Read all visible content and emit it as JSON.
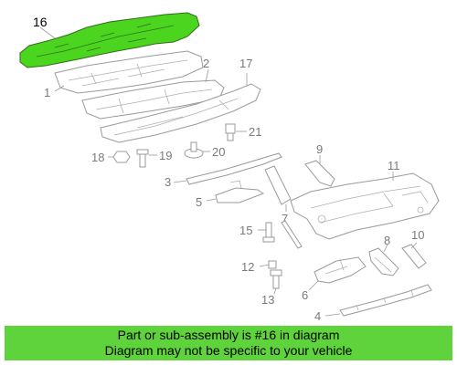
{
  "highlight_color": "#4cd51f",
  "banner_bg": "#5fd33b",
  "highlighted_part": "16",
  "callouts": {
    "c1": "1",
    "c2": "2",
    "c3": "3",
    "c4": "4",
    "c5": "5",
    "c6": "6",
    "c7": "7",
    "c8": "8",
    "c9": "9",
    "c10": "10",
    "c11": "11",
    "c12": "12",
    "c13": "13",
    "c15": "15",
    "c16": "16",
    "c17": "17",
    "c18": "18",
    "c19": "19",
    "c20": "20",
    "c21": "21"
  },
  "banner": {
    "line1": "Part or sub-assembly is #16 in diagram",
    "line2": "Diagram may not be specific to your vehicle"
  }
}
